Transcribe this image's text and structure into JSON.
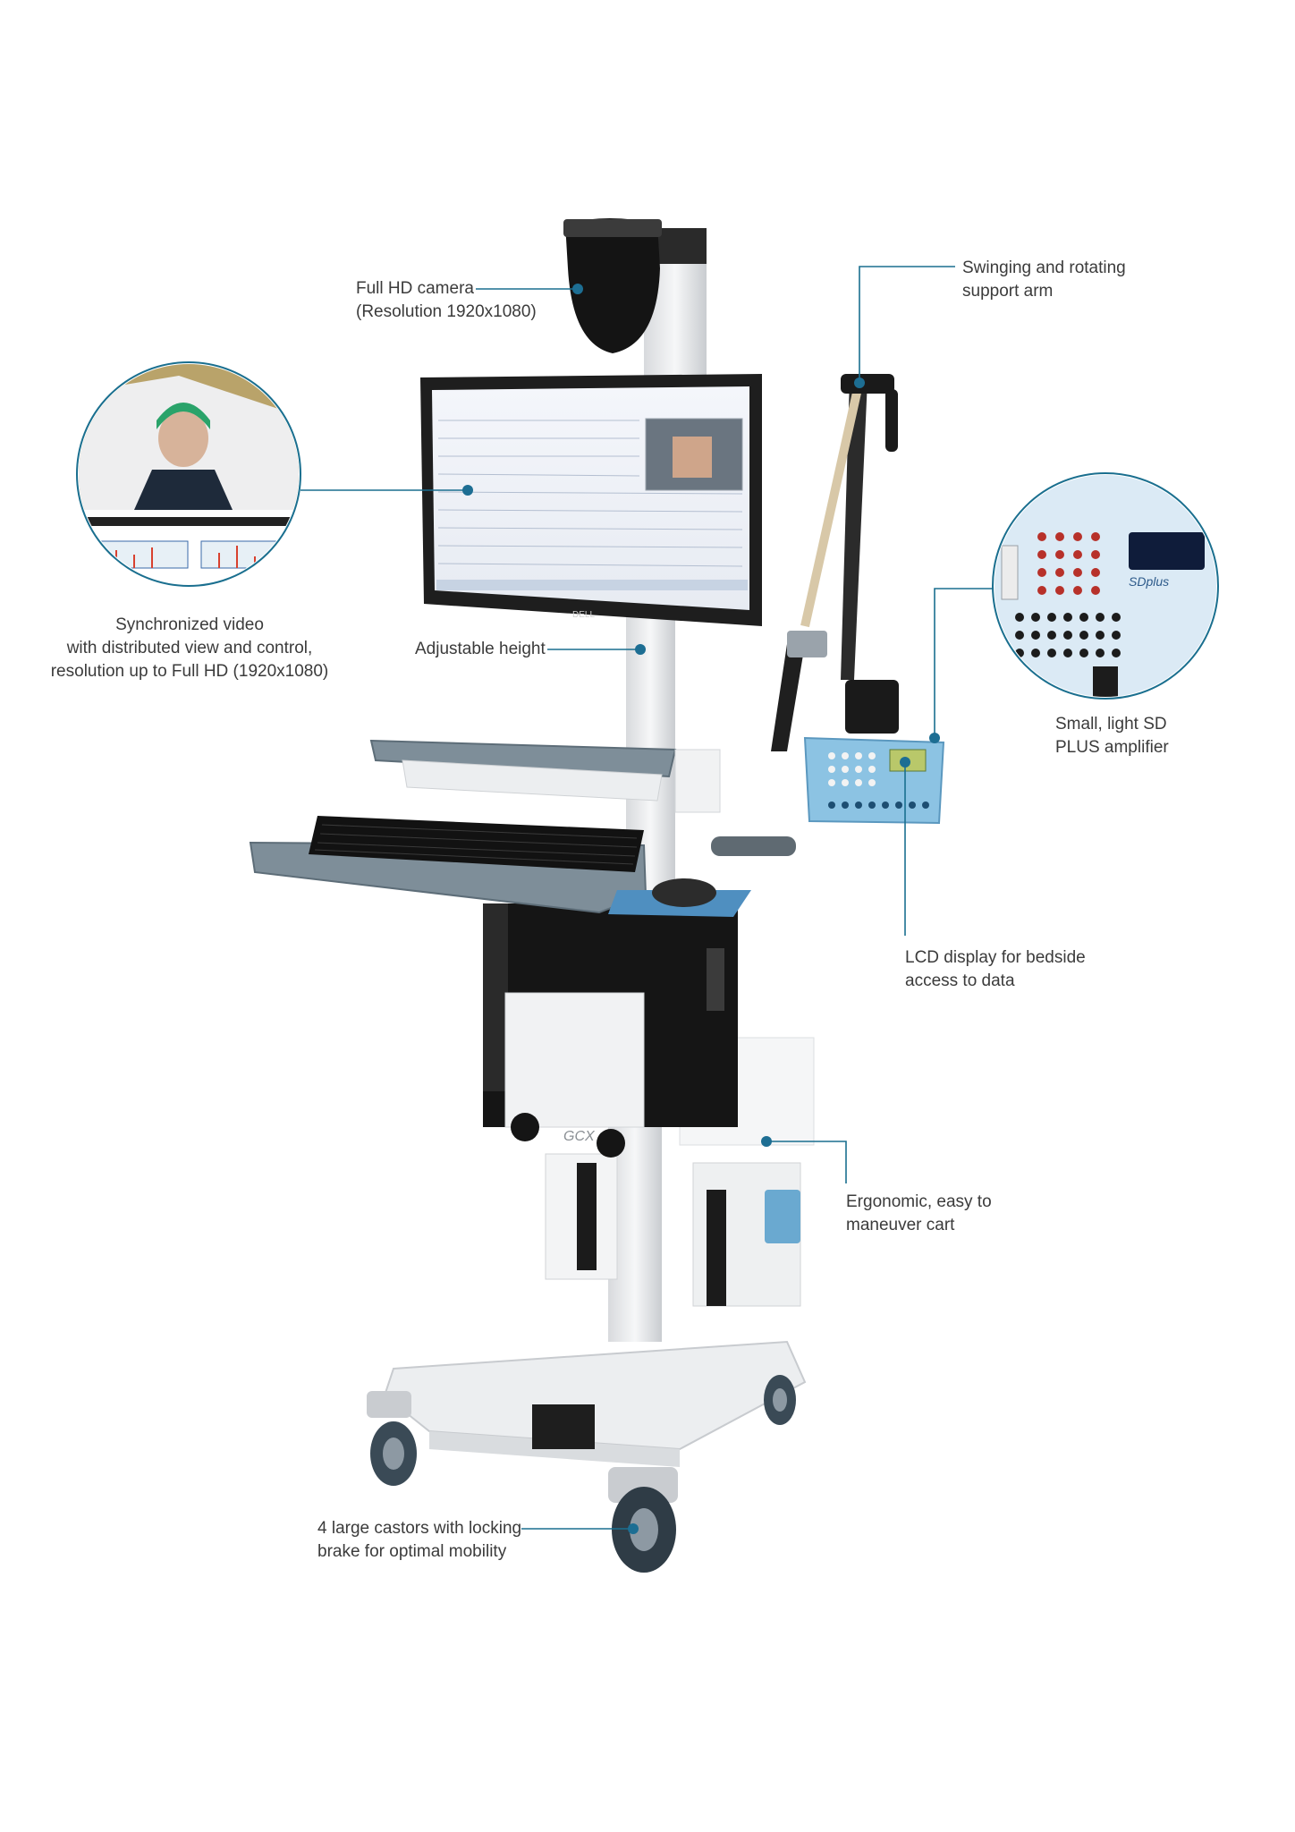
{
  "callouts": {
    "camera": {
      "line1": "Full HD camera",
      "line2": "(Resolution 1920x1080)"
    },
    "arm": {
      "line1": "Swinging and rotating",
      "line2": "support arm"
    },
    "video": {
      "line1": "Synchronized video",
      "line2": "with distributed view and control,",
      "line3": "resolution up to Full HD (1920x1080)"
    },
    "height": {
      "line1": "Adjustable height"
    },
    "amplifier": {
      "line1": "Small, light SD",
      "line2": "PLUS amplifier"
    },
    "lcd": {
      "line1": "LCD display for bedside",
      "line2": "access to data"
    },
    "cart": {
      "line1": "Ergonomic, easy to",
      "line2": "maneuver cart"
    },
    "castors": {
      "line1": "4 large castors with locking",
      "line2": "brake for optimal mobility"
    }
  },
  "product_marks": {
    "monitor_brand": "DELL",
    "amp_logo": "SDplus",
    "cart_logo": "GCX"
  },
  "colors": {
    "callout_line": "#1a6f8f",
    "callout_dot": "#1d6e93",
    "amp_blue": "#7fb9dc",
    "cart_white": "#f1f2f3",
    "monitor_frame": "#1e1e1e",
    "tray_grey": "#6d7f8c"
  }
}
